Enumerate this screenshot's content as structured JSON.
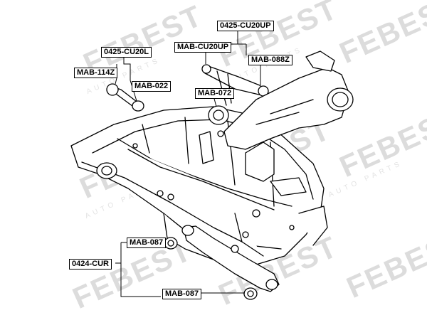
{
  "watermark": {
    "brand": "FEBEST",
    "sub": "AUTO PARTS"
  },
  "labels": {
    "cu20up_group": "0425-CU20UP",
    "mab_cu20up": "MAB-CU20UP",
    "mab_088z": "MAB-088Z",
    "cu20l_group": "0425-CU20L",
    "mab_114z": "MAB-114Z",
    "mab_022": "MAB-022",
    "mab_072": "MAB-072",
    "cur_group": "0424-CUR",
    "mab_087_top": "MAB-087",
    "mab_087_bottom": "MAB-087"
  }
}
